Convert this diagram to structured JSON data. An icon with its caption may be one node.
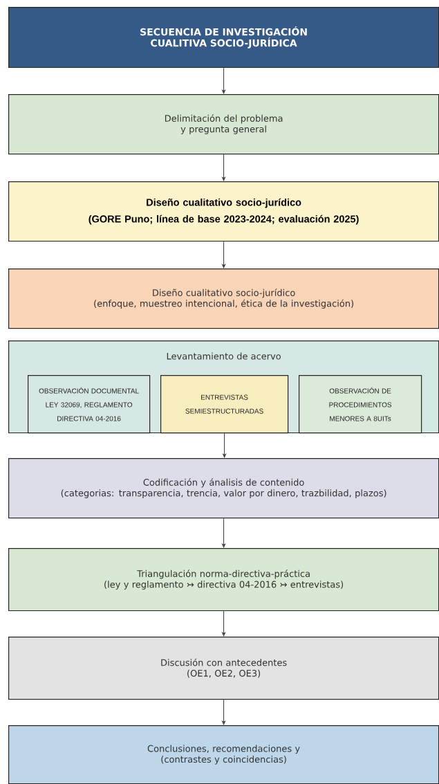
{
  "diagram": {
    "nodes": [
      {
        "text": [
          "SECUENCIA DE INVESTIGACIÓN CUALITIVA SOCIO-JURÍDICA"
        ]
      },
      {
        "text": [
          "Delimitación del problema y pregunta general"
        ]
      },
      {
        "text": [
          "Diseño cualitativo socio-jurídico",
          "(GORE Puno; línea de base 2023-2024; evaluación 2025)"
        ]
      },
      {
        "text": [
          "Diseño cualitativo socio-jurídico",
          "(enfoque, muestreo intencional, ética de la investigación)"
        ]
      },
      {
        "text": [
          "Levantamiento de acervo"
        ]
      },
      {
        "text": [
          "OBSERVACIÓN DOCUMENTAL",
          "LEY 32069, REGLAMENTO DIRECTIVA 04-2016"
        ],
        "in": 4
      },
      {
        "text": [
          "ENTREVISTAS SEMIESTRUCTURADAS"
        ],
        "in": 4
      },
      {
        "text": [
          "OBSERVACIÓN DE PROCEDIMIENTOS MENORES A 8UITs"
        ],
        "in": 4
      },
      {
        "text": [
          "Codificación y ánalisis de contenido",
          "(categorias: transparencia, trencia, valor por dinero, trazbilidad, plazos)"
        ]
      },
      {
        "text": [
          "Triangulación norma-directiva-práctica",
          "(ley y reglamento ↣ directiva 04-2016 ↣ entrevistas)"
        ]
      },
      {
        "text": [
          "Discusión con antecedentes",
          "(OE1, OE2, OE3)"
        ]
      },
      {
        "text": [
          "Conclusiones, recomendaciones y",
          "(contrastes y coincidencias)"
        ]
      }
    ],
    "edges": [
      {
        "from": 0,
        "to": 1,
        "arrow": "to"
      },
      {
        "from": 1,
        "to": 2,
        "arrow": "to"
      },
      {
        "from": 2,
        "to": 3,
        "arrow": "to"
      },
      {
        "from": 6,
        "to": 8,
        "arrow": "to"
      },
      {
        "from": 8,
        "to": 9,
        "arrow": "to"
      },
      {
        "from": 9,
        "to": 10,
        "arrow": "to"
      },
      {
        "from": 10,
        "to": 11,
        "arrow": "to"
      }
    ]
  }
}
